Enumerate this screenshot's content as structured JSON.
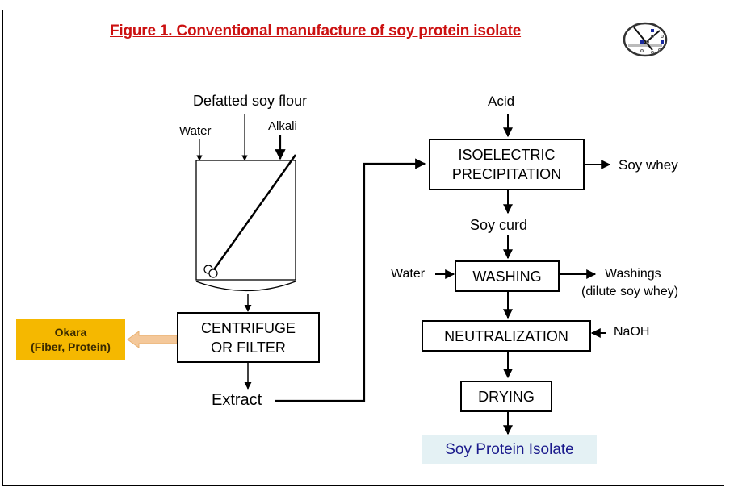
{
  "title": "Figure 1. Conventional manufacture of soy protein isolate",
  "logo": {
    "icon": "lab-logo-icon"
  },
  "colors": {
    "title": "#cc1111",
    "okara_fill": "#f5b800",
    "product_fill": "#e4f1f4",
    "product_text": "#1a1a8c",
    "side_arrow": "#f4c89a"
  },
  "left_section": {
    "inputs": {
      "defatted_soy_flour": "Defatted soy flour",
      "water": "Water",
      "alkali": "Alkali"
    },
    "vessel": "extraction-tank-with-stirrer",
    "centrifuge": {
      "line1": "CENTRIFUGE",
      "line2": "OR FILTER"
    },
    "byproduct": {
      "line1": "Okara",
      "line2": "(Fiber, Protein)"
    },
    "output": "Extract"
  },
  "right_section": {
    "acid": "Acid",
    "precipitation": {
      "line1": "ISOELECTRIC",
      "line2": "PRECIPITATION"
    },
    "soy_whey": "Soy whey",
    "soy_curd": "Soy curd",
    "washing": {
      "label": "WASHING",
      "water_in": "Water",
      "out_line1": "Washings",
      "out_line2": "(dilute soy whey)"
    },
    "neutralization": {
      "label": "NEUTRALIZATION",
      "naoh": "NaOH"
    },
    "drying": "DRYING",
    "product": "Soy Protein Isolate"
  }
}
